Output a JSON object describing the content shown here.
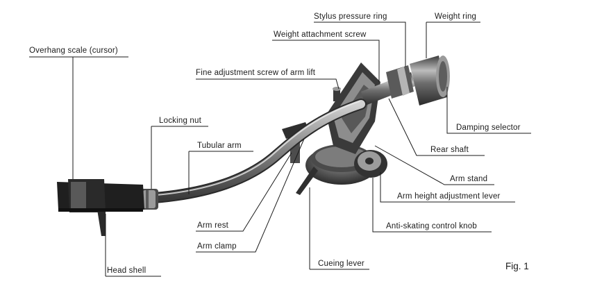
{
  "figure_label": "Fig. 1",
  "labels": {
    "overhang_scale": "Overhang scale (cursor)",
    "fine_adjustment_screw": "Fine adjustment screw of arm lift",
    "locking_nut": "Locking nut",
    "tubular_arm": "Tubular arm",
    "weight_attachment_screw": "Weight attachment screw",
    "stylus_pressure_ring": "Stylus pressure ring",
    "weight_ring": "Weight ring",
    "damping_selector": "Damping selector",
    "rear_shaft": "Rear shaft",
    "arm_stand": "Arm stand",
    "arm_height_adjustment_lever": "Arm height adjustment lever",
    "anti_skating_control_knob": "Anti-skating control knob",
    "arm_rest": "Arm rest",
    "arm_clamp": "Arm clamp",
    "cueing_lever": "Cueing lever",
    "head_shell": "Head shell"
  },
  "colors": {
    "ink": "#1a1a1a",
    "metal_dark": "#2b2b2b",
    "metal_mid": "#6f6f6f",
    "metal_light": "#bdbdbd"
  }
}
